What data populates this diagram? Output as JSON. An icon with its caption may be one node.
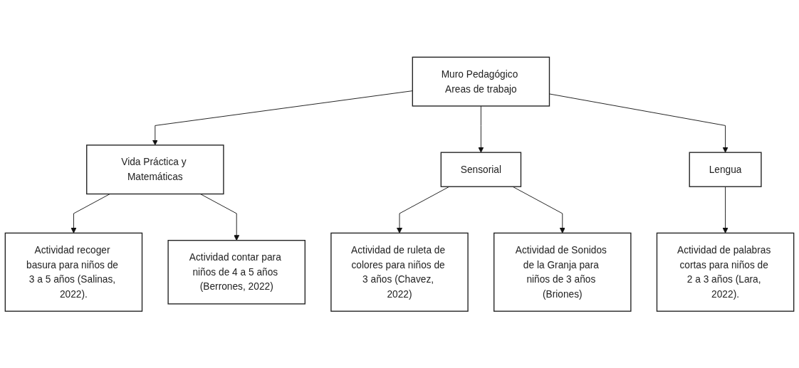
{
  "diagram": {
    "nodes": [
      {
        "text": [
          "Muro Pedagógico Areas de trabajo"
        ]
      },
      {
        "text": [
          "Vida Práctica y Matemáticas"
        ]
      },
      {
        "text": [
          "Sensorial"
        ]
      },
      {
        "text": [
          "Lengua"
        ]
      },
      {
        "text": [
          "Actividad recoger basura para niños de 3 a 5 años (Salinas, 2022)."
        ]
      },
      {
        "text": [
          "Actividad contar para niños de 4 a 5 años (Berrones, 2022)"
        ]
      },
      {
        "text": [
          "Actividad de ruleta de colores para niños de 3 años (Chavez, 2022)"
        ]
      },
      {
        "text": [
          "Actividad de Sonidos de la Granja para niños de 3 años (Briones)"
        ]
      },
      {
        "text": [
          "Actividad de palabras cortas para niños de 2 a 3 años (Lara, 2022)."
        ]
      }
    ],
    "edges": [
      {
        "from": 0,
        "to": 1,
        "arrow": "to"
      },
      {
        "from": 0,
        "to": 2,
        "arrow": "to"
      },
      {
        "from": 0,
        "to": 3,
        "arrow": "to"
      },
      {
        "from": 1,
        "to": 4,
        "arrow": "to"
      },
      {
        "from": 1,
        "to": 5,
        "arrow": "to"
      },
      {
        "from": 2,
        "to": 6,
        "arrow": "to"
      },
      {
        "from": 2,
        "to": 7,
        "arrow": "to"
      },
      {
        "from": 3,
        "to": 8,
        "arrow": "to"
      }
    ]
  }
}
